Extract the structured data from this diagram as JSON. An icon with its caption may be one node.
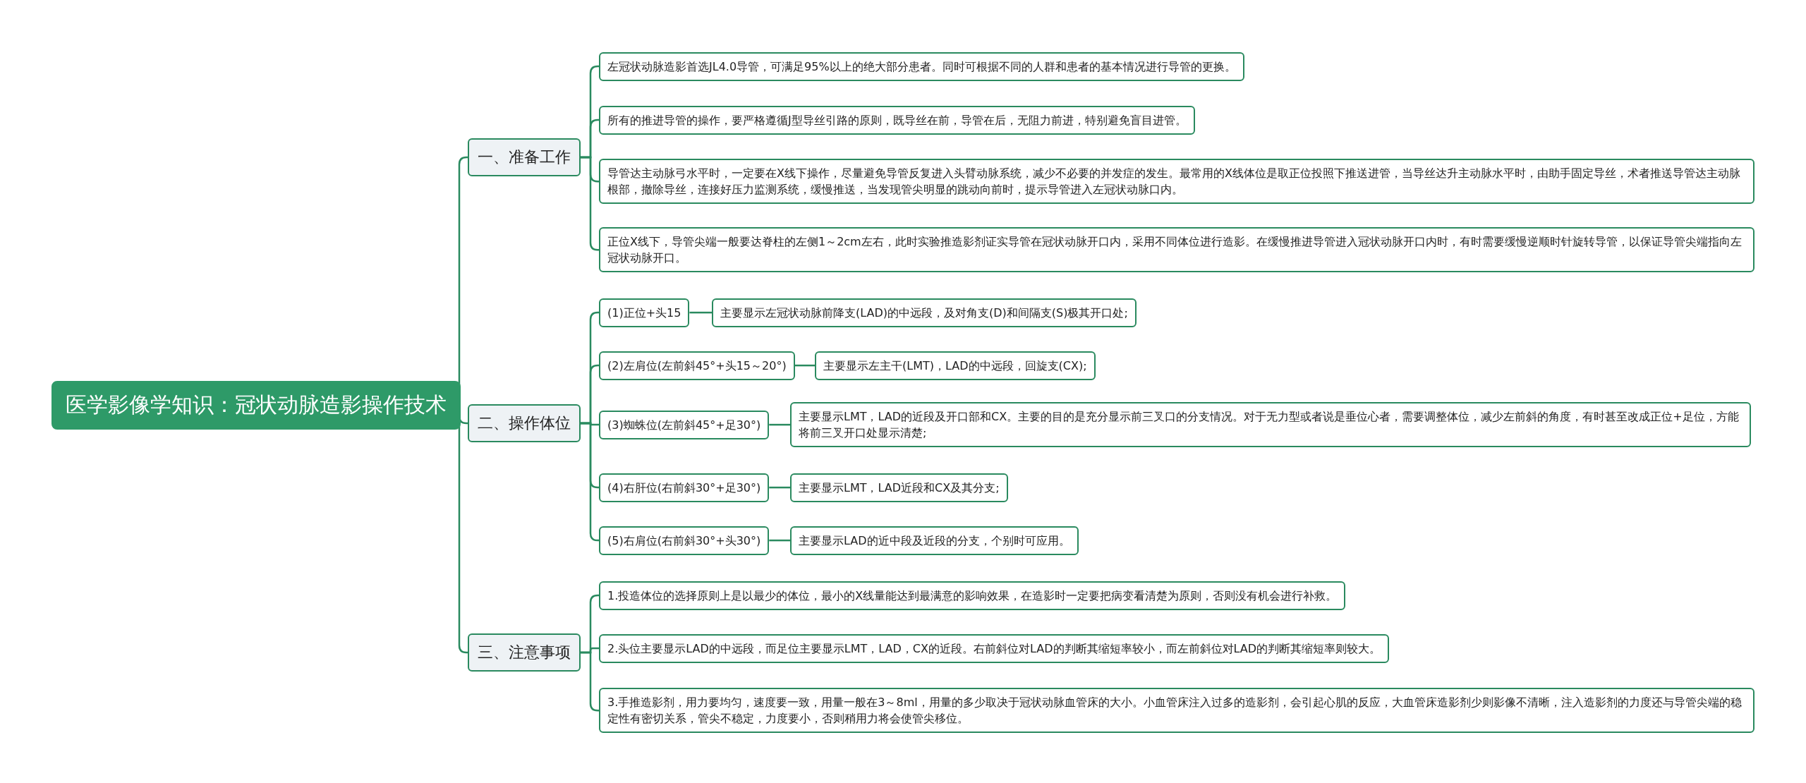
{
  "diagram": {
    "nodes": [
      {
        "text": [
          "医学影像学知识：冠状动脉造影操作技术"
        ]
      },
      {
        "text": [
          "一、准备工作"
        ]
      },
      {
        "text": [
          "左冠状动脉造影首选JL4.0导管，可满足95%以上的绝大部分患者。同时可根据不同的人群和患者的基本情况进行导管的更换。"
        ]
      },
      {
        "text": [
          "所有的推进导管的操作，要严格遵循J型导丝引路的原则，既导丝在前，导管在后，无阻力前进，特别避免盲目进管。"
        ]
      },
      {
        "text": [
          "导管达主动脉弓水平时，一定要在X线下操作，尽量避免导管反复进入头臂动脉系统，减少不必要的并发症的发生。最常用的X线体位是取正位投照下推送进管，当导丝达升主动脉水平时，由助手固定导丝，术者推送导管达主动脉根部，撤除导丝，连接好压力监测系统，缓慢推送，当发现管尖明显的跳动向前时，提示导管进入左冠状动脉口内。"
        ]
      },
      {
        "text": [
          "正位X线下，导管尖端一般要达脊柱的左侧1～2cm左右，此时实验推造影剂证实导管在冠状动脉开口内，采用不同体位进行造影。在缓慢推进导管进入冠状动脉开口内时，有时需要缓慢逆顺时针旋转导管，以保证导管尖端指向左冠状动脉开口。"
        ]
      },
      {
        "text": [
          "二、操作体位"
        ]
      },
      {
        "text": [
          "(1)正位+头15"
        ]
      },
      {
        "text": [
          "主要显示左冠状动脉前降支(LAD)的中远段，及对角支(D)和间隔支(S)极其开口处;"
        ]
      },
      {
        "text": [
          "(2)左肩位(左前斜45°+头15～20°)"
        ]
      },
      {
        "text": [
          "主要显示左主干(LMT)，LAD的中远段，回旋支(CX);"
        ]
      },
      {
        "text": [
          "(3)蜘蛛位(左前斜45°+足30°)"
        ]
      },
      {
        "text": [
          "主要显示LMT，LAD的近段及开口部和CX。主要的目的是充分显示前三叉口的分支情况。对于无力型或者说是垂位心者，需要调整体位，减少左前斜的角度，有时甚至改成正位+足位，方能将前三叉开口处显示清楚;"
        ]
      },
      {
        "text": [
          "(4)右肝位(右前斜30°+足30°)"
        ]
      },
      {
        "text": [
          "主要显示LMT，LAD近段和CX及其分支;"
        ]
      },
      {
        "text": [
          "(5)右肩位(右前斜30°+头30°)"
        ]
      },
      {
        "text": [
          "主要显示LAD的近中段及近段的分支，个别时可应用。"
        ]
      },
      {
        "text": [
          "三、注意事项"
        ]
      },
      {
        "text": [
          "1.投造体位的选择原则上是以最少的体位，最小的X线量能达到最满意的影响效果，在造影时一定要把病变看清楚为原则，否则没有机会进行补救。"
        ]
      },
      {
        "text": [
          "2.头位主要显示LAD的中远段，而足位主要显示LMT，LAD，CX的近段。右前斜位对LAD的判断其缩短率较小，而左前斜位对LAD的判断其缩短率则较大。"
        ]
      },
      {
        "text": [
          "3.手推造影剂，用力要均匀，速度要一致，用量一般在3～8ml，用量的多少取决于冠状动脉血管床的大小。小血管床注入过多的造影剂，会引起心肌的反应，大血管床造影剂少则影像不清晰，注入造影剂的力度还与导管尖端的稳定性有密切关系，管尖不稳定，力度要小，否则稍用力将会使管尖移位。"
        ]
      }
    ],
    "edges": [
      {
        "from": 0,
        "to": 1,
        "arrow": "none"
      },
      {
        "from": 0,
        "to": 6,
        "arrow": "none"
      },
      {
        "from": 0,
        "to": 17,
        "arrow": "none"
      },
      {
        "from": 1,
        "to": 2,
        "arrow": "none"
      },
      {
        "from": 1,
        "to": 3,
        "arrow": "none"
      },
      {
        "from": 1,
        "to": 4,
        "arrow": "none"
      },
      {
        "from": 1,
        "to": 5,
        "arrow": "none"
      },
      {
        "from": 6,
        "to": 7,
        "arrow": "none"
      },
      {
        "from": 6,
        "to": 9,
        "arrow": "none"
      },
      {
        "from": 6,
        "to": 11,
        "arrow": "none"
      },
      {
        "from": 6,
        "to": 13,
        "arrow": "none"
      },
      {
        "from": 6,
        "to": 15,
        "arrow": "none"
      },
      {
        "from": 7,
        "to": 8,
        "arrow": "none"
      },
      {
        "from": 9,
        "to": 10,
        "arrow": "none"
      },
      {
        "from": 11,
        "to": 12,
        "arrow": "none"
      },
      {
        "from": 13,
        "to": 14,
        "arrow": "none"
      },
      {
        "from": 15,
        "to": 16,
        "arrow": "none"
      },
      {
        "from": 17,
        "to": 18,
        "arrow": "none"
      },
      {
        "from": 17,
        "to": 19,
        "arrow": "none"
      },
      {
        "from": 17,
        "to": 20,
        "arrow": "none"
      }
    ]
  }
}
